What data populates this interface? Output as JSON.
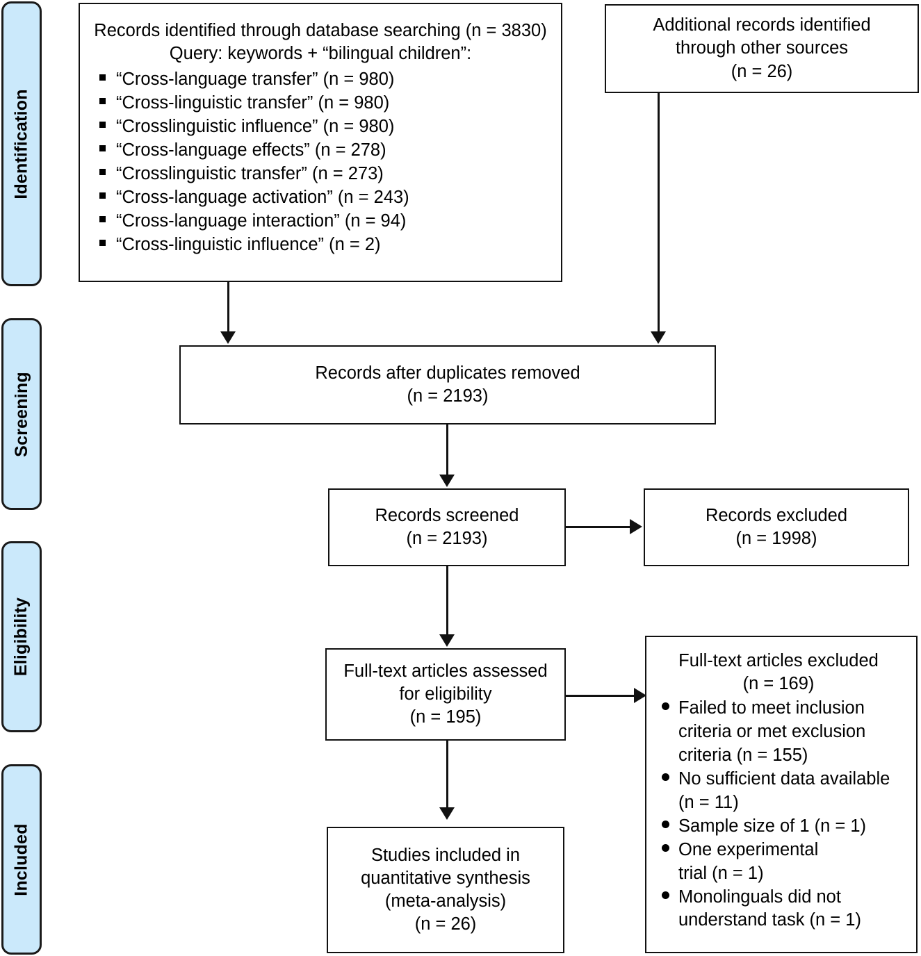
{
  "diagram": {
    "type": "prisma-flow-diagram",
    "stages": [
      {
        "id": "identification",
        "label": "Identification"
      },
      {
        "id": "screening",
        "label": "Screening"
      },
      {
        "id": "eligibility",
        "label": "Eligibility"
      },
      {
        "id": "included",
        "label": "Included"
      }
    ],
    "boxes": {
      "database_records": {
        "title": "Records identified through database searching (n = 3830)",
        "subtitle": "Query: keywords + “bilingual children”:",
        "items": [
          "“Cross-language transfer” (n = 980)",
          "“Cross-linguistic transfer” (n = 980)",
          "“Crosslinguistic influence” (n = 980)",
          "“Cross-language effects” (n = 278)",
          "“Crosslinguistic transfer” (n = 273)",
          "“Cross-language activation” (n = 243)",
          "“Cross-language interaction” (n = 94)",
          "“Cross-linguistic influence” (n = 2)"
        ]
      },
      "additional_records": {
        "lines": [
          "Additional records identified",
          "through other sources",
          "(n = 26)"
        ]
      },
      "duplicates_removed": {
        "lines": [
          "Records after duplicates removed",
          "(n = 2193)"
        ]
      },
      "records_screened": {
        "lines": [
          "Records screened",
          "(n = 2193)"
        ]
      },
      "records_excluded": {
        "lines": [
          "Records excluded",
          "(n = 1998)"
        ]
      },
      "fulltext_assessed": {
        "lines": [
          "Full-text articles assessed",
          "for eligibility",
          "(n = 195)"
        ]
      },
      "fulltext_excluded": {
        "header": [
          "Full-text articles excluded",
          "(n = 169)"
        ],
        "items": [
          "Failed to meet inclusion criteria or met exclusion criteria (n = 155)",
          "No sufficient data available (n = 11)",
          "Sample size of 1 (n = 1)",
          "One experimental trial (n = 1)",
          "Monolinguals did not understand task (n = 1)"
        ]
      },
      "studies_included": {
        "lines": [
          "Studies included in",
          "quantitative synthesis",
          "(meta-analysis)",
          "(n = 26)"
        ]
      }
    },
    "colors": {
      "stage_band_fill": "#cbe9fb",
      "stage_band_border": "#1a1a1a",
      "box_border": "#111111",
      "box_fill": "#ffffff",
      "connector": "#111111",
      "text": "#000000"
    }
  }
}
